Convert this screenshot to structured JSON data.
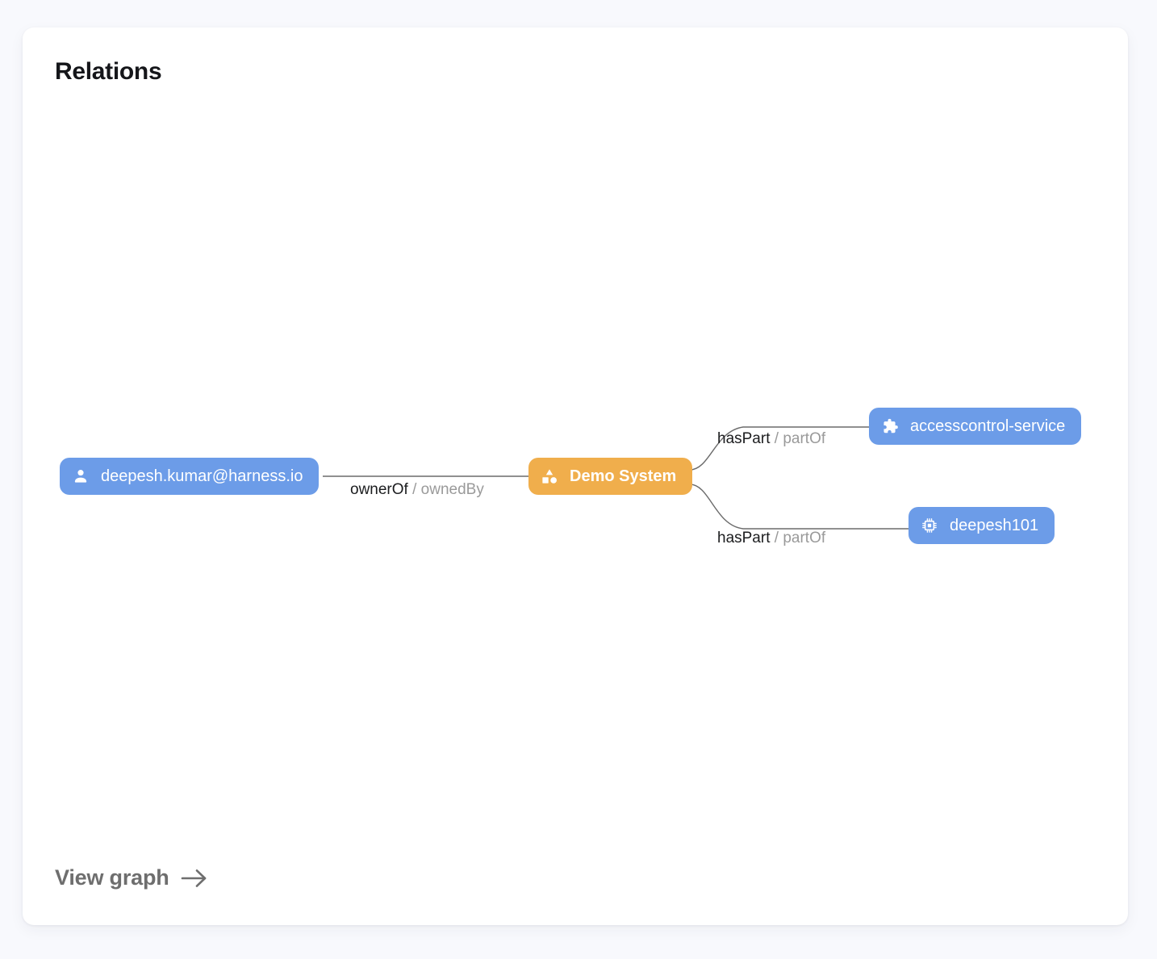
{
  "card": {
    "title": "Relations",
    "footer_link": {
      "label": "View graph",
      "icon": "arrow-right-icon"
    }
  },
  "graph": {
    "nodes": [
      {
        "id": "user",
        "label": "deepesh.kumar@harness.io",
        "kind": "user",
        "icon": "person-icon",
        "color": "#6c9ce8",
        "text_color": "#ffffff",
        "bold": false
      },
      {
        "id": "system",
        "label": "Demo System",
        "kind": "system",
        "icon": "category-shapes-icon",
        "color": "#f0ae4c",
        "text_color": "#ffffff",
        "bold": true
      },
      {
        "id": "accesscontrol",
        "label": "accesscontrol-service",
        "kind": "component",
        "icon": "puzzle-piece-icon",
        "color": "#6c9ce8",
        "text_color": "#ffffff",
        "bold": false
      },
      {
        "id": "deepesh101",
        "label": "deepesh101",
        "kind": "resource",
        "icon": "memory-chip-icon",
        "color": "#6c9ce8",
        "text_color": "#ffffff",
        "bold": false
      }
    ],
    "edges": [
      {
        "id": "owner",
        "source": "user",
        "target": "system",
        "relation": "ownerOf",
        "separator": "/",
        "inverse_relation": "ownedBy"
      },
      {
        "id": "haspart-1",
        "source": "system",
        "target": "accesscontrol",
        "relation": "hasPart",
        "separator": "/",
        "inverse_relation": "partOf"
      },
      {
        "id": "haspart-2",
        "source": "system",
        "target": "deepesh101",
        "relation": "hasPart",
        "separator": "/",
        "inverse_relation": "partOf"
      }
    ]
  },
  "colors": {
    "page_background": "#f8f9fd",
    "card_background": "#ffffff",
    "node_blue": "#6c9ce8",
    "node_orange": "#f0ae4c",
    "edge_line": "#6b6b6b",
    "edge_label_primary": "#1b1c1e",
    "edge_label_secondary": "#9a9a9a",
    "title_text": "#15161a",
    "footer_text": "#6e6e6e"
  }
}
